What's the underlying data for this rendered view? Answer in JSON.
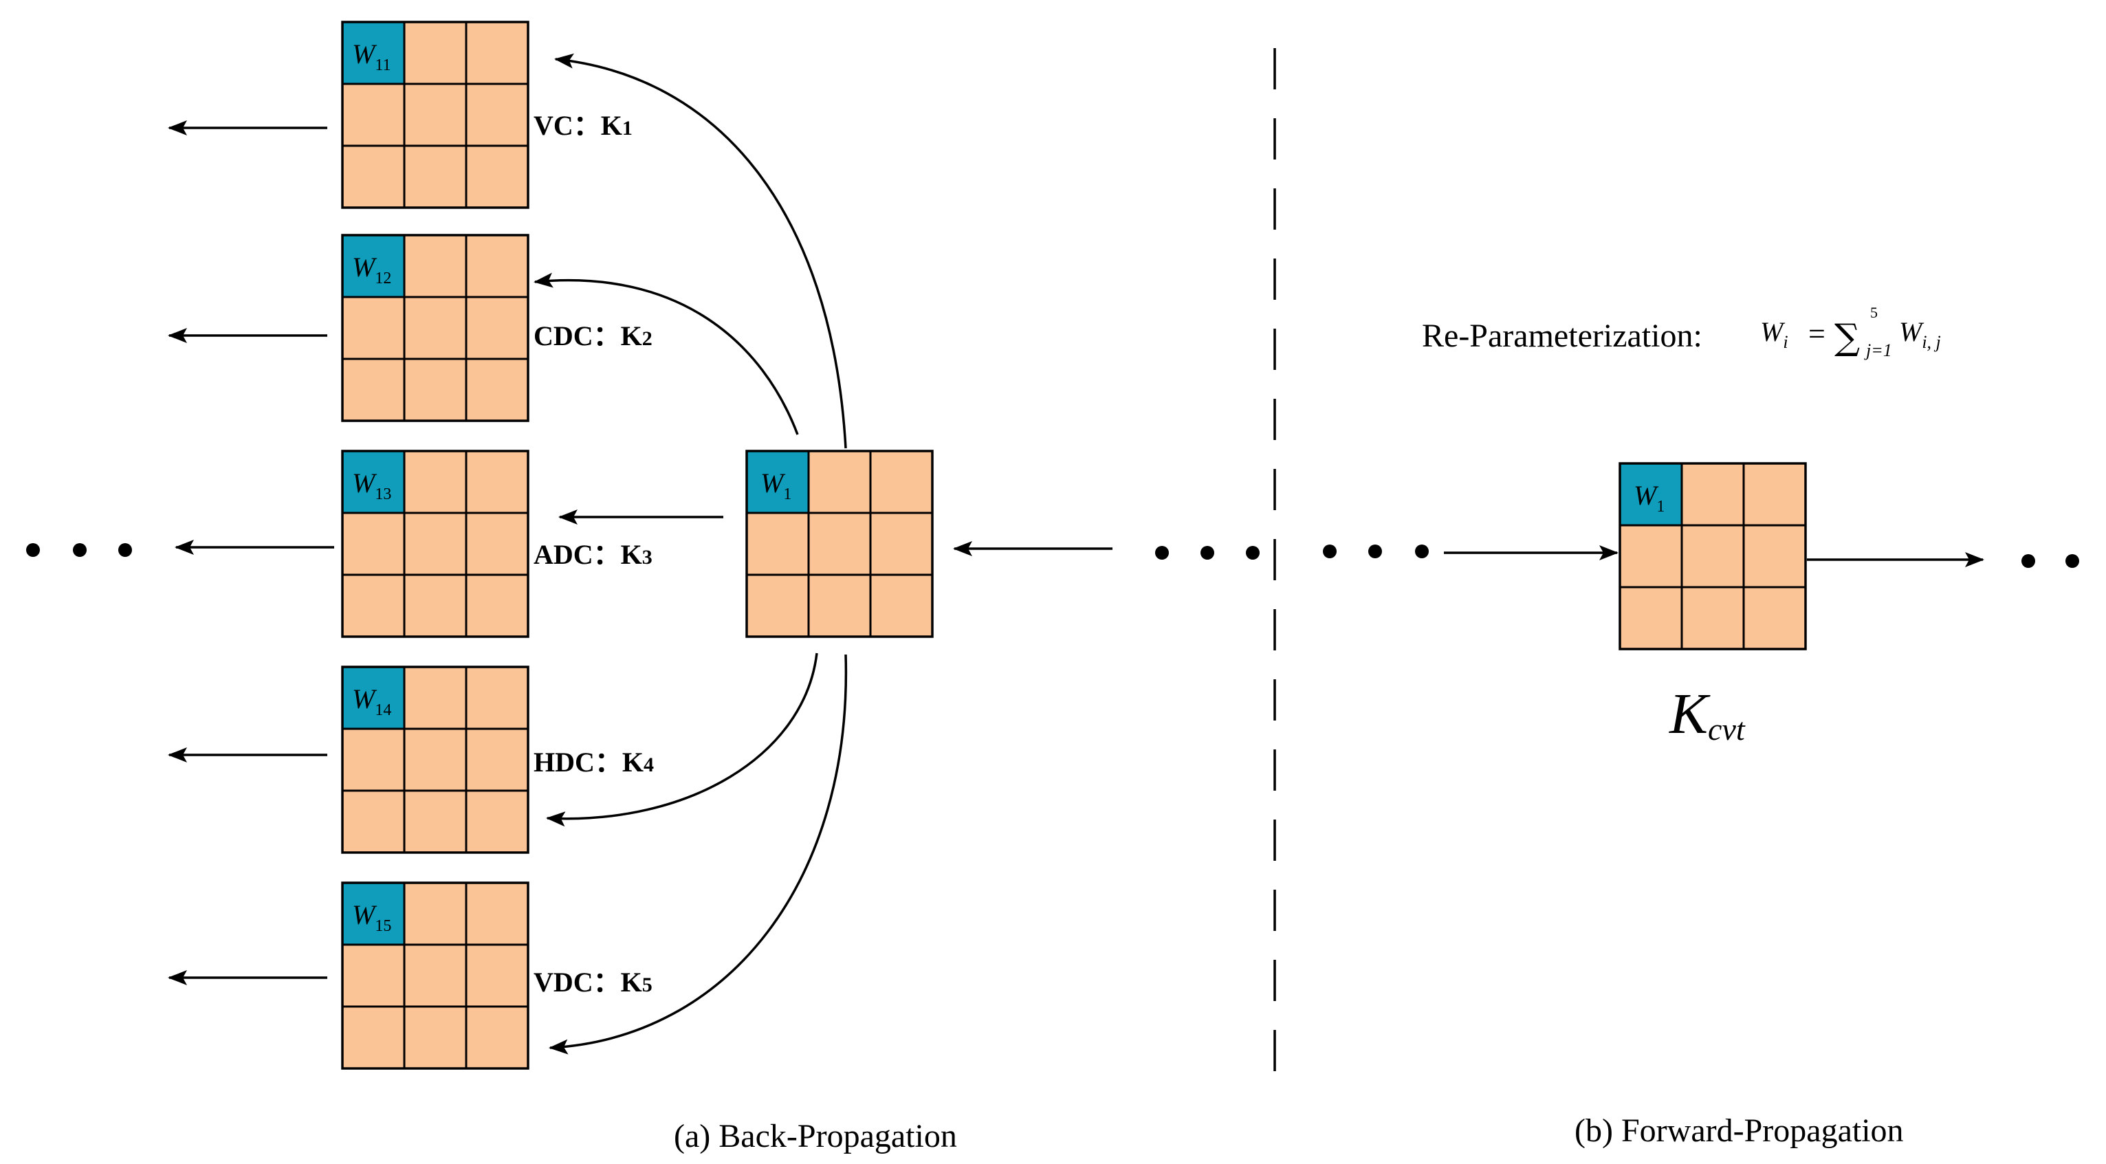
{
  "left_kernels": [
    {
      "weight_symbol": "W",
      "weight_index": "11",
      "label_main": "VC：K",
      "label_sub": "1"
    },
    {
      "weight_symbol": "W",
      "weight_index": "12",
      "label_main": "CDC：K",
      "label_sub": "2"
    },
    {
      "weight_symbol": "W",
      "weight_index": "13",
      "label_main": "ADC：K",
      "label_sub": "3"
    },
    {
      "weight_symbol": "W",
      "weight_index": "14",
      "label_main": "HDC：K",
      "label_sub": "4"
    },
    {
      "weight_symbol": "W",
      "weight_index": "15",
      "label_main": "VDC：K",
      "label_sub": "5"
    }
  ],
  "center_kernel": {
    "weight_symbol": "W",
    "weight_index": "1"
  },
  "right_kernel": {
    "weight_symbol": "W",
    "weight_index": "1",
    "name_main": "K",
    "name_sub": "cvt"
  },
  "formula": {
    "label": "Re-Parameterization:",
    "lhs": "W",
    "lhs_sub": "i",
    "equals": "=",
    "sum_symbol": "∑",
    "sum_upper": "5",
    "sum_lower": "j=1",
    "rhs": "W",
    "rhs_sub": "i, j"
  },
  "captions": {
    "left": "(a) Back-Propagation",
    "right": "(b) Forward-Propagation"
  },
  "colors": {
    "cell_fill": "#FBC497",
    "highlight_fill": "#0F9DBB"
  }
}
